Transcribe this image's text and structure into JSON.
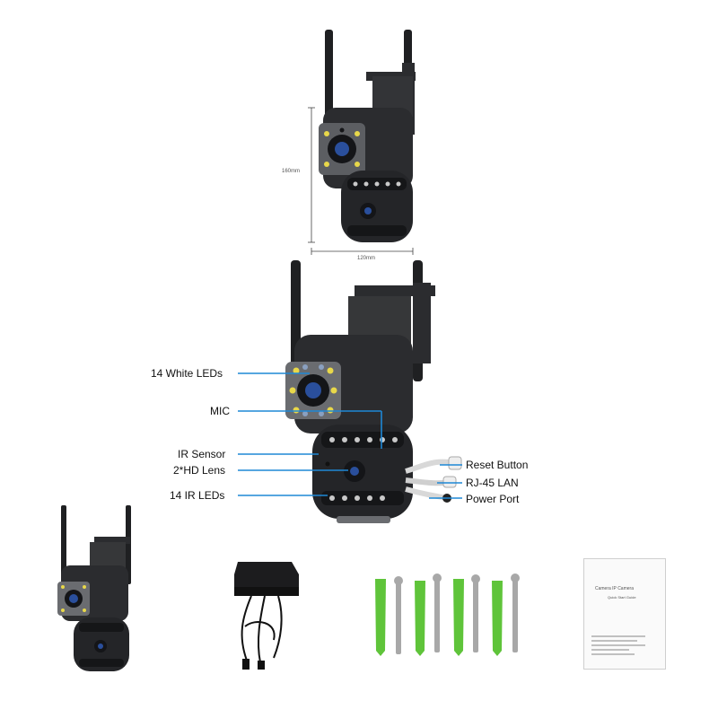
{
  "dimensions": {
    "height": "160mm",
    "width": "120mm"
  },
  "callouts": {
    "white_leds": "14 White LEDs",
    "mic": "MIC",
    "ir_sensor": "IR Sensor",
    "hd_lens": "2*HD Lens",
    "ir_leds": "14 IR LEDs",
    "reset_button": "Reset Button",
    "rj45_lan": "RJ-45 LAN",
    "power_port": "Power Port"
  },
  "manual": {
    "title": "Camera IP Camera",
    "subtitle": "Quick Start Guide"
  },
  "colors": {
    "camera_body": "#2b2c2f",
    "callout_line": "#1e88d6",
    "white_led": "#e8d84a",
    "ir_led": "#c9c9c9",
    "anchor_green": "#5fc43a",
    "screw": "#a8a8a8"
  }
}
